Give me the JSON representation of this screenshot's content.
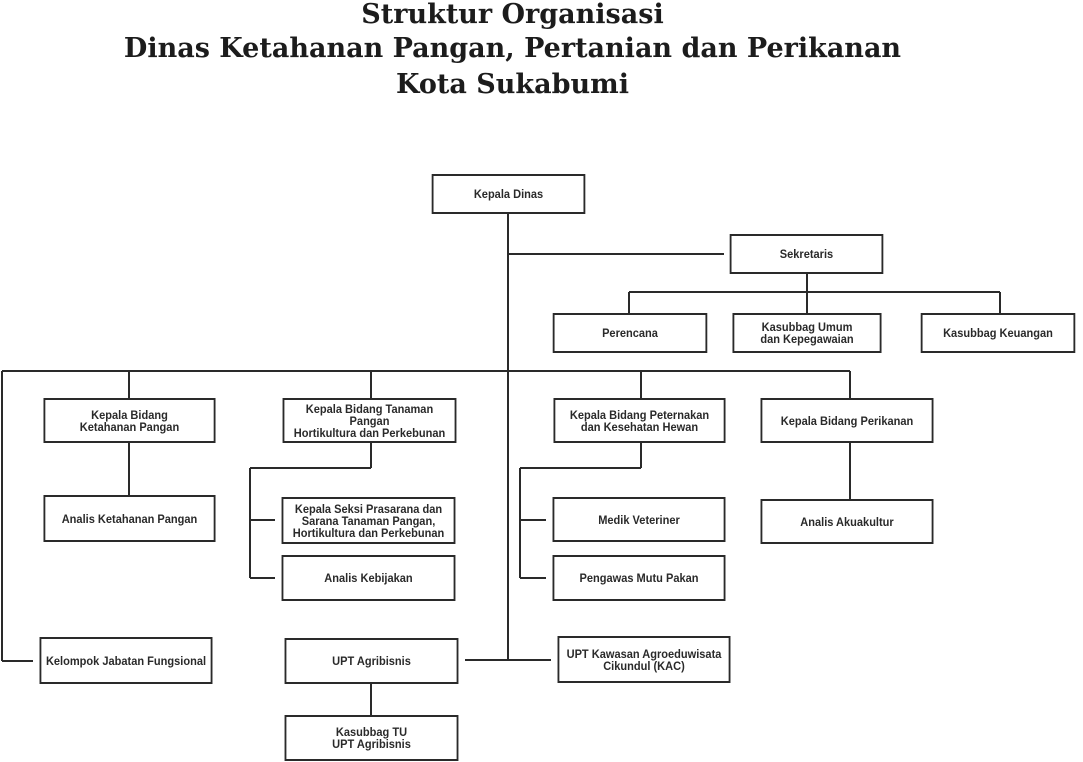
{
  "header": {
    "line1": "Struktur Organisasi",
    "line2": "Dinas Ketahanan Pangan, Pertanian dan Perikanan",
    "line3": "Kota Sukabumi"
  },
  "nodes": {
    "kepala_dinas": "Kepala Dinas",
    "sekretaris": "Sekretaris",
    "perencana": "Perencana",
    "kasubbag_umum": "Kasubbag Umum\ndan Kepegawaian",
    "kasubbag_keuangan": "Kasubbag Keuangan",
    "kabid_ketahanan": "Kepala Bidang\nKetahanan Pangan",
    "kabid_tanaman": "Kepala Bidang Tanaman Pangan\nHortikultura dan Perkebunan",
    "kabid_peternakan": "Kepala Bidang Peternakan\ndan Kesehatan Hewan",
    "kabid_perikanan": "Kepala Bidang Perikanan",
    "analis_ketahanan": "Analis Ketahanan Pangan",
    "kasi_prasarana": "Kepala Seksi Prasarana dan\nSarana Tanaman Pangan,\nHortikultura dan Perkebunan",
    "analis_kebijakan": "Analis Kebijakan",
    "medik_veteriner": "Medik Veteriner",
    "pengawas_mutu": "Pengawas Mutu Pakan",
    "analis_akuakultur": "Analis Akuakultur",
    "kelompok_jabatan": "Kelompok Jabatan Fungsional",
    "upt_agribisnis": "UPT Agribisnis",
    "upt_kac": "UPT Kawasan Agroeduwisata\nCikundul (KAC)",
    "kasubbag_tu": "Kasubbag TU\nUPT Agribisnis"
  }
}
